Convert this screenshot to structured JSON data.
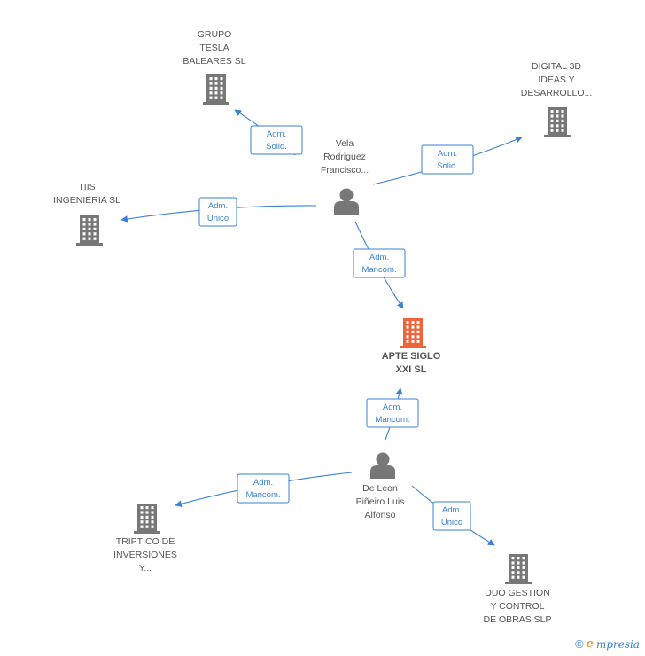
{
  "nodes": [
    {
      "id": "apte",
      "type": "company",
      "main": true,
      "lines": [
        "APTE SIGLO",
        "XXI SL"
      ],
      "color": "#f0643a"
    },
    {
      "id": "grupo",
      "type": "company",
      "lines": [
        "GRUPO",
        "TESLA",
        "BALEARES SL"
      ],
      "color": "#777777"
    },
    {
      "id": "digital",
      "type": "company",
      "lines": [
        "DIGITAL 3D",
        "IDEAS Y",
        "DESARROLLO..."
      ],
      "color": "#777777"
    },
    {
      "id": "tiis",
      "type": "company",
      "lines": [
        "TIIS",
        "INGENIERIA SL"
      ],
      "color": "#777777"
    },
    {
      "id": "triptico",
      "type": "company",
      "lines": [
        "TRIPTICO DE",
        "INVERSIONES",
        "Y..."
      ],
      "color": "#777777"
    },
    {
      "id": "duo",
      "type": "company",
      "lines": [
        "DUO GESTION",
        "Y CONTROL",
        "DE OBRAS SLP"
      ],
      "color": "#777777"
    },
    {
      "id": "vela",
      "type": "person",
      "lines": [
        "Vela",
        "Rodriguez",
        "Francisco..."
      ],
      "color": "#777777"
    },
    {
      "id": "deleon",
      "type": "person",
      "lines": [
        "De Leon",
        "Piñeiro Luis",
        "Alfonso"
      ],
      "color": "#777777"
    }
  ],
  "edges": [
    {
      "from": "vela",
      "to": "grupo",
      "label": [
        "Adm.",
        "Solid."
      ]
    },
    {
      "from": "vela",
      "to": "digital",
      "label": [
        "Adm.",
        "Solid."
      ]
    },
    {
      "from": "vela",
      "to": "tiis",
      "label": [
        "Adm.",
        "Unico"
      ]
    },
    {
      "from": "vela",
      "to": "apte",
      "label": [
        "Adm.",
        "Mancom."
      ]
    },
    {
      "from": "deleon",
      "to": "apte",
      "label": [
        "Adm.",
        "Mancom."
      ]
    },
    {
      "from": "deleon",
      "to": "triptico",
      "label": [
        "Adm.",
        "Mancom."
      ]
    },
    {
      "from": "deleon",
      "to": "duo",
      "label": [
        "Adm.",
        "Unico"
      ]
    }
  ],
  "footer": {
    "copyright": "©",
    "brand_initial": "e",
    "brand_rest": "mpresia"
  },
  "colors": {
    "edge": "#3a80d6",
    "main_company": "#f0643a",
    "node": "#777777"
  }
}
